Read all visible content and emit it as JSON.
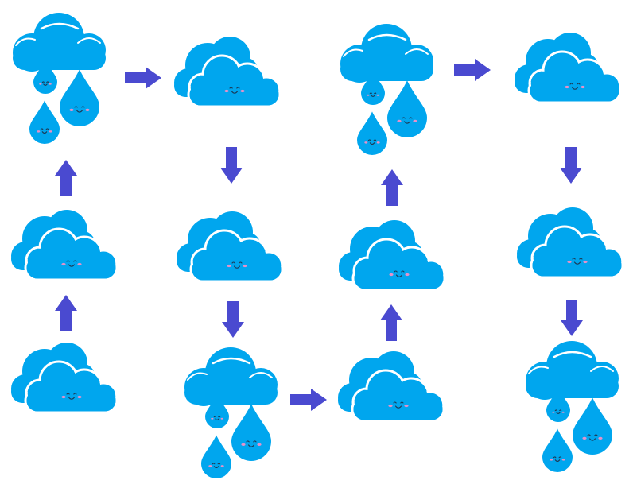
{
  "palette": {
    "cloud": "#00a6ee",
    "cloud_line": "#ffffff",
    "face": "#1b3a57",
    "blush": "#ff8fc4",
    "arrow": "#4a4ad0"
  },
  "icons": {
    "cloud": "cloud-icon",
    "rain_cloud": "rain-cloud-icon",
    "arrow": "arrow-icon"
  },
  "nodes": [
    {
      "id": "n1",
      "kind": "rain"
    },
    {
      "id": "n2",
      "kind": "cloud"
    },
    {
      "id": "n3",
      "kind": "rain"
    },
    {
      "id": "n4",
      "kind": "cloud"
    },
    {
      "id": "n5",
      "kind": "cloud"
    },
    {
      "id": "n6",
      "kind": "cloud"
    },
    {
      "id": "n7",
      "kind": "cloud"
    },
    {
      "id": "n8",
      "kind": "cloud"
    },
    {
      "id": "n9",
      "kind": "cloud"
    },
    {
      "id": "n10",
      "kind": "rain"
    },
    {
      "id": "n11",
      "kind": "cloud"
    },
    {
      "id": "n12",
      "kind": "rain"
    }
  ],
  "arrows": [
    {
      "from": "n9",
      "to": "n5",
      "direction": "up"
    },
    {
      "from": "n5",
      "to": "n1",
      "direction": "up"
    },
    {
      "from": "n1",
      "to": "n2",
      "direction": "right"
    },
    {
      "from": "n2",
      "to": "n6",
      "direction": "down"
    },
    {
      "from": "n6",
      "to": "n10",
      "direction": "down"
    },
    {
      "from": "n10",
      "to": "n11",
      "direction": "right"
    },
    {
      "from": "n11",
      "to": "n7",
      "direction": "up"
    },
    {
      "from": "n7",
      "to": "n3",
      "direction": "up"
    },
    {
      "from": "n3",
      "to": "n4",
      "direction": "right"
    },
    {
      "from": "n4",
      "to": "n8",
      "direction": "down"
    },
    {
      "from": "n8",
      "to": "n12",
      "direction": "down"
    }
  ]
}
